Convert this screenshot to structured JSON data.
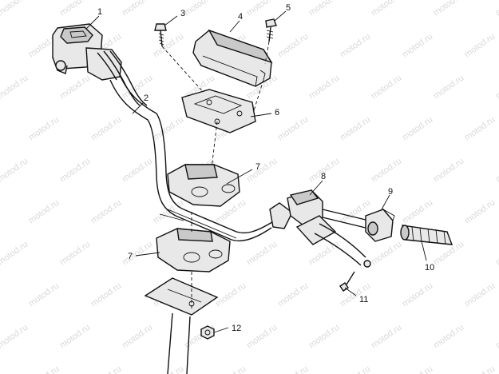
{
  "callouts": [
    {
      "id": "c1",
      "text": "1"
    },
    {
      "id": "c2",
      "text": "2"
    },
    {
      "id": "c3",
      "text": "3"
    },
    {
      "id": "c4",
      "text": "4"
    },
    {
      "id": "c5",
      "text": "5"
    },
    {
      "id": "c6",
      "text": "6"
    },
    {
      "id": "c7a",
      "text": "7"
    },
    {
      "id": "c7b",
      "text": "7"
    },
    {
      "id": "c8",
      "text": "8"
    },
    {
      "id": "c9",
      "text": "9"
    },
    {
      "id": "c10",
      "text": "10"
    },
    {
      "id": "c11",
      "text": "11"
    },
    {
      "id": "c12",
      "text": "12"
    }
  ],
  "watermark": "motod.ru"
}
